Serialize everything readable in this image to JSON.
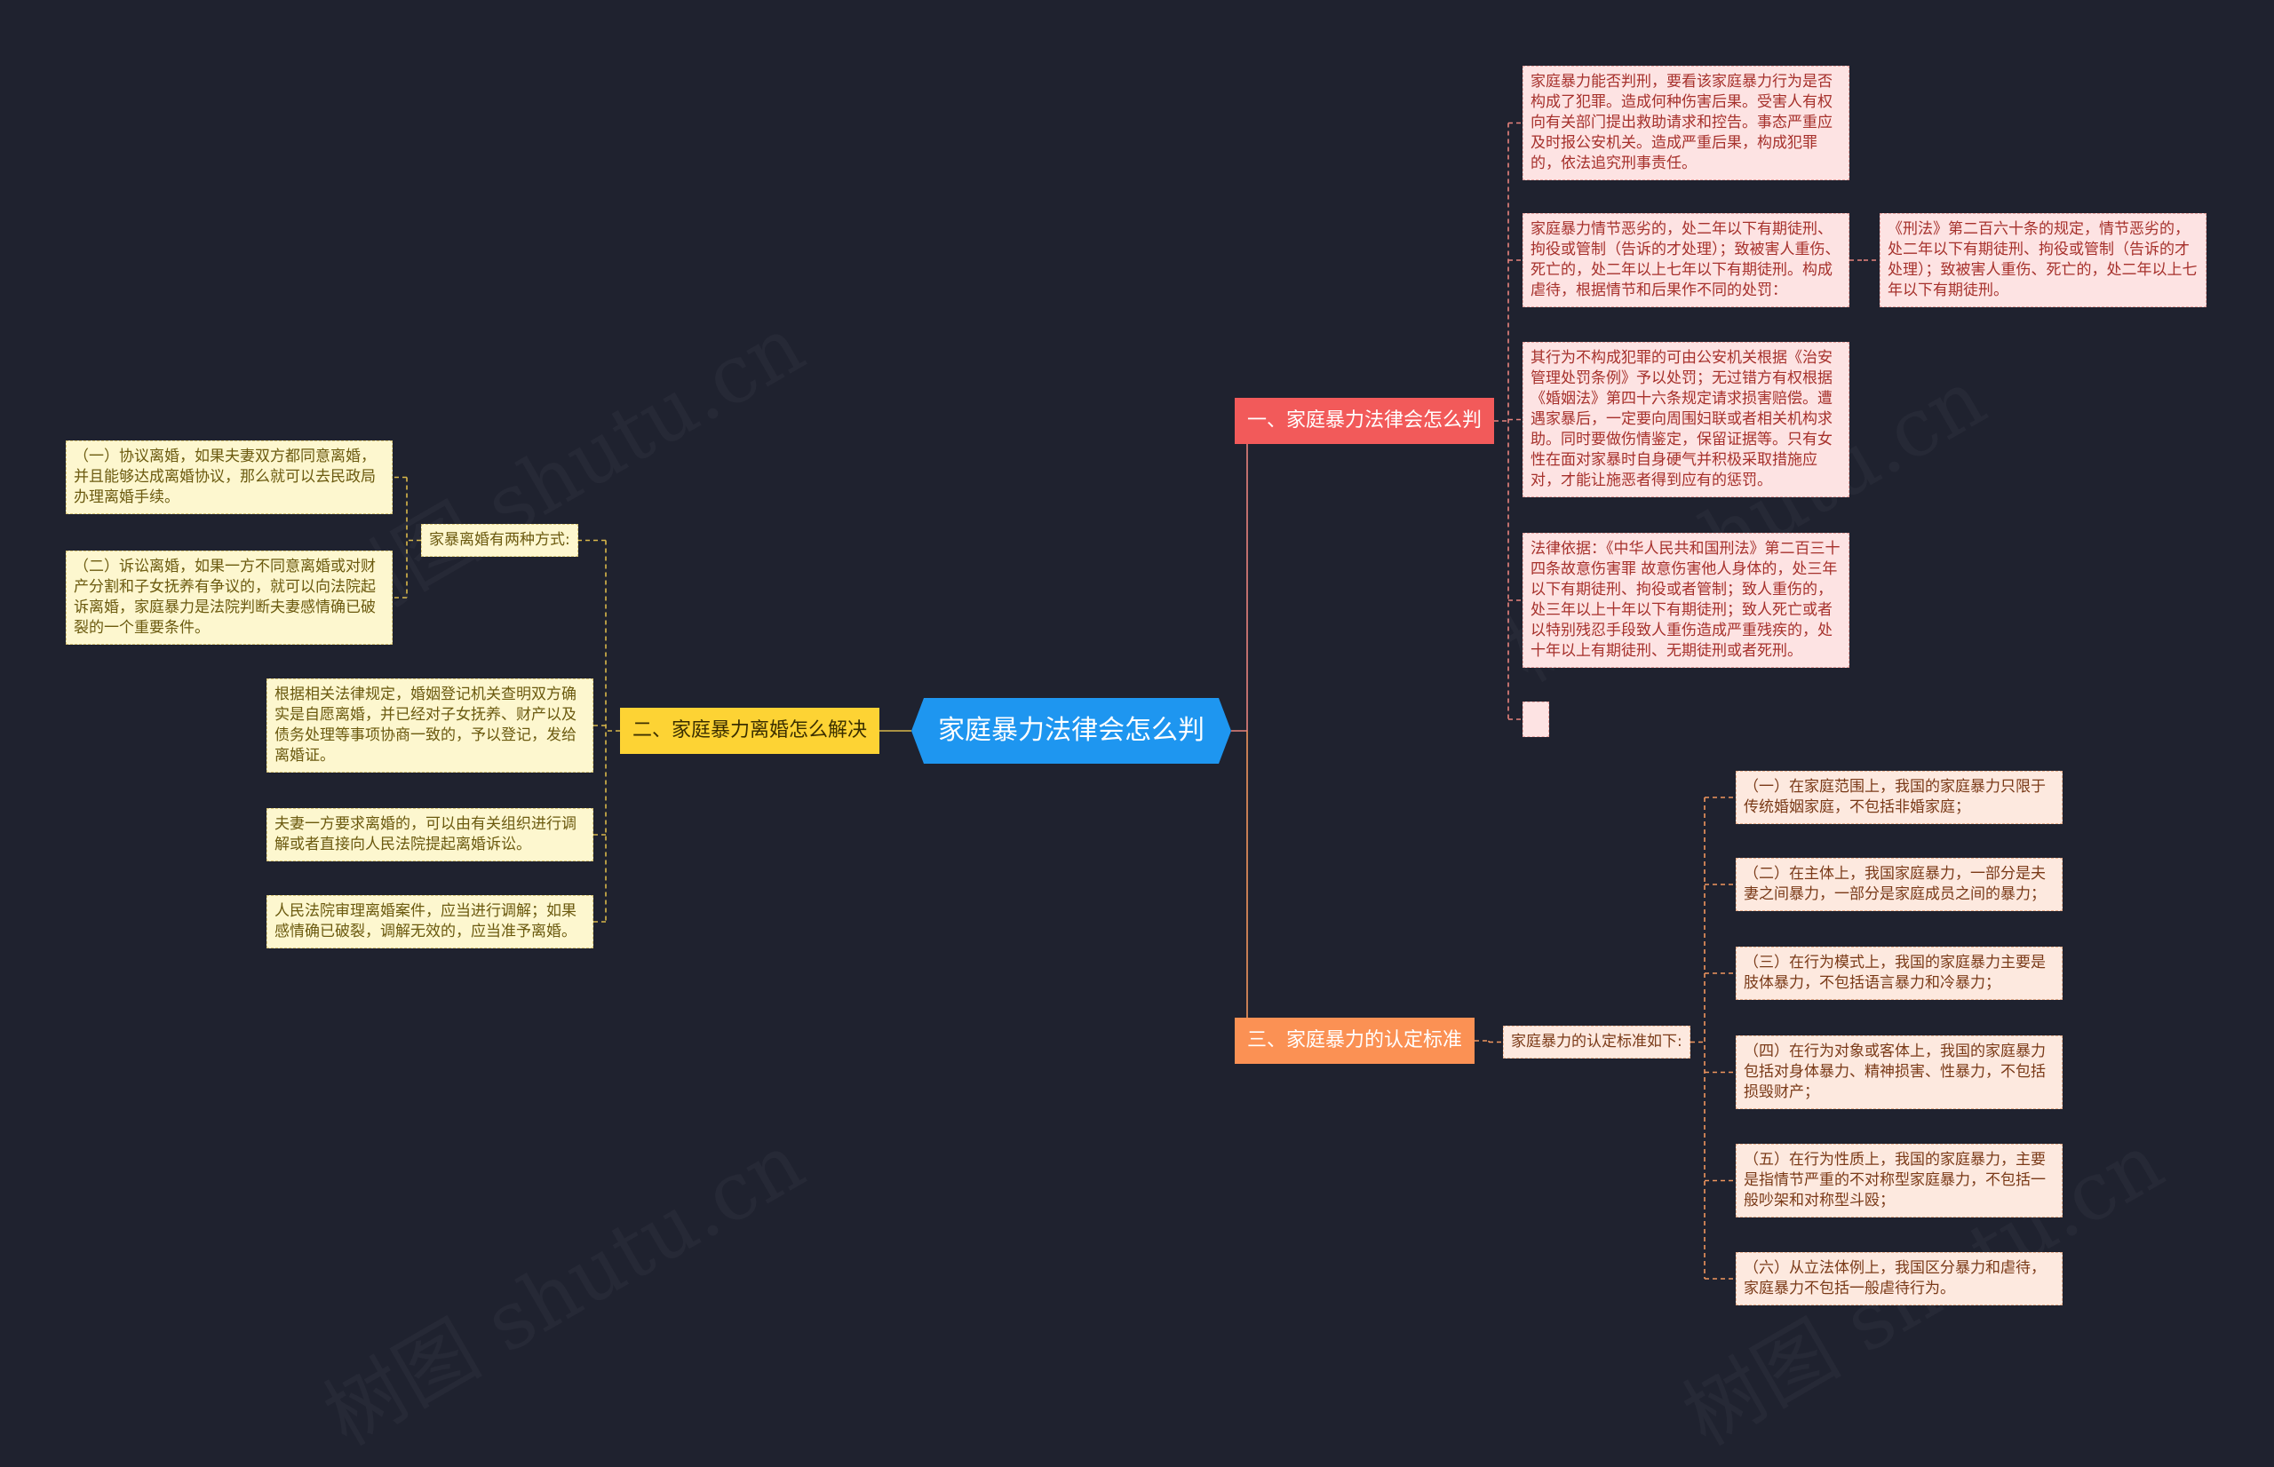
{
  "root": {
    "title": "家庭暴力法律会怎么判"
  },
  "watermark": "树图 shutu.cn",
  "branches": {
    "b1": {
      "label": "一、家庭暴力法律会怎么判",
      "leaves": [
        "家庭暴力能否判刑，要看该家庭暴力行为是否构成了犯罪。造成何种伤害后果。受害人有权向有关部门提出救助请求和控告。事态严重应及时报公安机关。造成严重后果，构成犯罪的，依法追究刑事责任。",
        "家庭暴力情节恶劣的，处二年以下有期徒刑、拘役或管制（告诉的才处理）；致被害人重伤、死亡的，处二年以上七年以下有期徒刑。构成虐待，根据情节和后果作不同的处罚：",
        "其行为不构成犯罪的可由公安机关根据《治安管理处罚条例》予以处罚；无过错方有权根据《婚姻法》第四十六条规定请求损害赔偿。遭遇家暴后，一定要向周围妇联或者相关机构求助。同时要做伤情鉴定，保留证据等。只有女性在面对家暴时自身硬气并积极采取措施应对，才能让施恶者得到应有的惩罚。",
        "法律依据：《中华人民共和国刑法》第二百三十四条故意伤害罪 故意伤害他人身体的，处三年以下有期徒刑、拘役或者管制；致人重伤的，处三年以上十年以下有期徒刑；致人死亡或者以特别残忍手段致人重伤造成严重残疾的，处十年以上有期徒刑、无期徒刑或者死刑。",
        ""
      ],
      "sub_leaf": "《刑法》第二百六十条的规定，情节恶劣的，处二年以下有期徒刑、拘役或管制（告诉的才处理）；致被害人重伤、死亡的，处二年以上七年以下有期徒刑。"
    },
    "b2": {
      "label": "二、家庭暴力离婚怎么解决",
      "group_label": "家暴离婚有两种方式:",
      "group_leaves": [
        "（一）协议离婚，如果夫妻双方都同意离婚，并且能够达成离婚协议，那么就可以去民政局办理离婚手续。",
        "（二）诉讼离婚，如果一方不同意离婚或对财产分割和子女抚养有争议的，就可以向法院起诉离婚，家庭暴力是法院判断夫妻感情确已破裂的一个重要条件。"
      ],
      "leaves": [
        "根据相关法律规定，婚姻登记机关查明双方确实是自愿离婚，并已经对子女抚养、财产以及债务处理等事项协商一致的，予以登记，发给离婚证。",
        "夫妻一方要求离婚的，可以由有关组织进行调解或者直接向人民法院提起离婚诉讼。",
        "人民法院审理离婚案件，应当进行调解；如果感情确已破裂，调解无效的，应当准予离婚。"
      ]
    },
    "b3": {
      "label": "三、家庭暴力的认定标准",
      "group_label": "家庭暴力的认定标准如下:",
      "leaves": [
        "（一）在家庭范围上，我国的家庭暴力只限于传统婚姻家庭，不包括非婚家庭；",
        "（二）在主体上，我国家庭暴力，一部分是夫妻之间暴力，一部分是家庭成员之间的暴力；",
        "（三）在行为模式上，我国的家庭暴力主要是肢体暴力，不包括语言暴力和冷暴力；",
        "（四）在行为对象或客体上，我国的家庭暴力包括对身体暴力、精神损害、性暴力，不包括损毁财产；",
        "（五）在行为性质上，我国的家庭暴力，主要是指情节严重的不对称型家庭暴力，不包括一般吵架和对称型斗殴；",
        "（六）从立法体例上，我国区分暴力和虐待，家庭暴力不包括一般虐待行为。"
      ]
    }
  },
  "colors": {
    "background": "#1f222f",
    "root": "#1e96f0",
    "branch1": "#f25a5a",
    "branch2": "#fdd334",
    "branch3": "#fb9154",
    "link_pink": "#e9837d",
    "link_yellow": "#d9b84a",
    "link_orange": "#f0965e"
  }
}
